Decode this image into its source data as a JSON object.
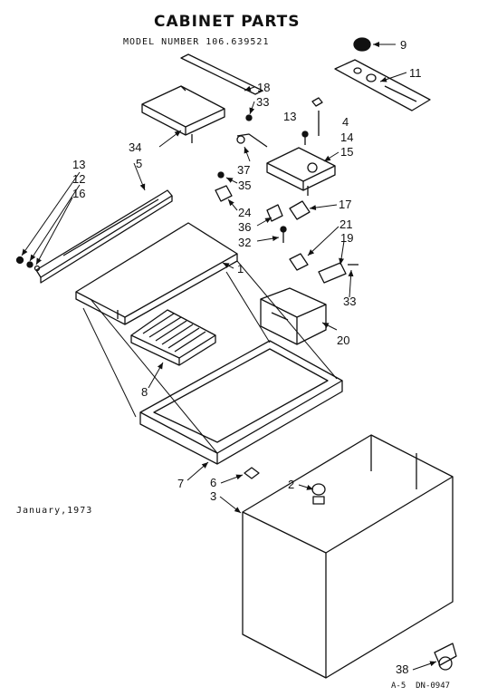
{
  "title": "CABINET PARTS",
  "model_number": "MODEL NUMBER 106.639521",
  "date": "January,1973",
  "page_code": "A-5",
  "drawing_code": "DN-0947",
  "callouts": {
    "c9": "9",
    "c11": "11",
    "c18": "18",
    "c33a": "33",
    "c13a": "13",
    "c4": "4",
    "c14": "14",
    "c15": "15",
    "c34": "34",
    "c37": "37",
    "c35": "35",
    "c24": "24",
    "c17": "17",
    "c36": "36",
    "c32": "32",
    "c21": "21",
    "c19": "19",
    "c13b": "13",
    "c12": "12",
    "c16": "16",
    "c5": "5",
    "c1": "1",
    "c33b": "33",
    "c20": "20",
    "c8": "8",
    "c7": "7",
    "c6": "6",
    "c3": "3",
    "c2": "2",
    "c38": "38"
  }
}
